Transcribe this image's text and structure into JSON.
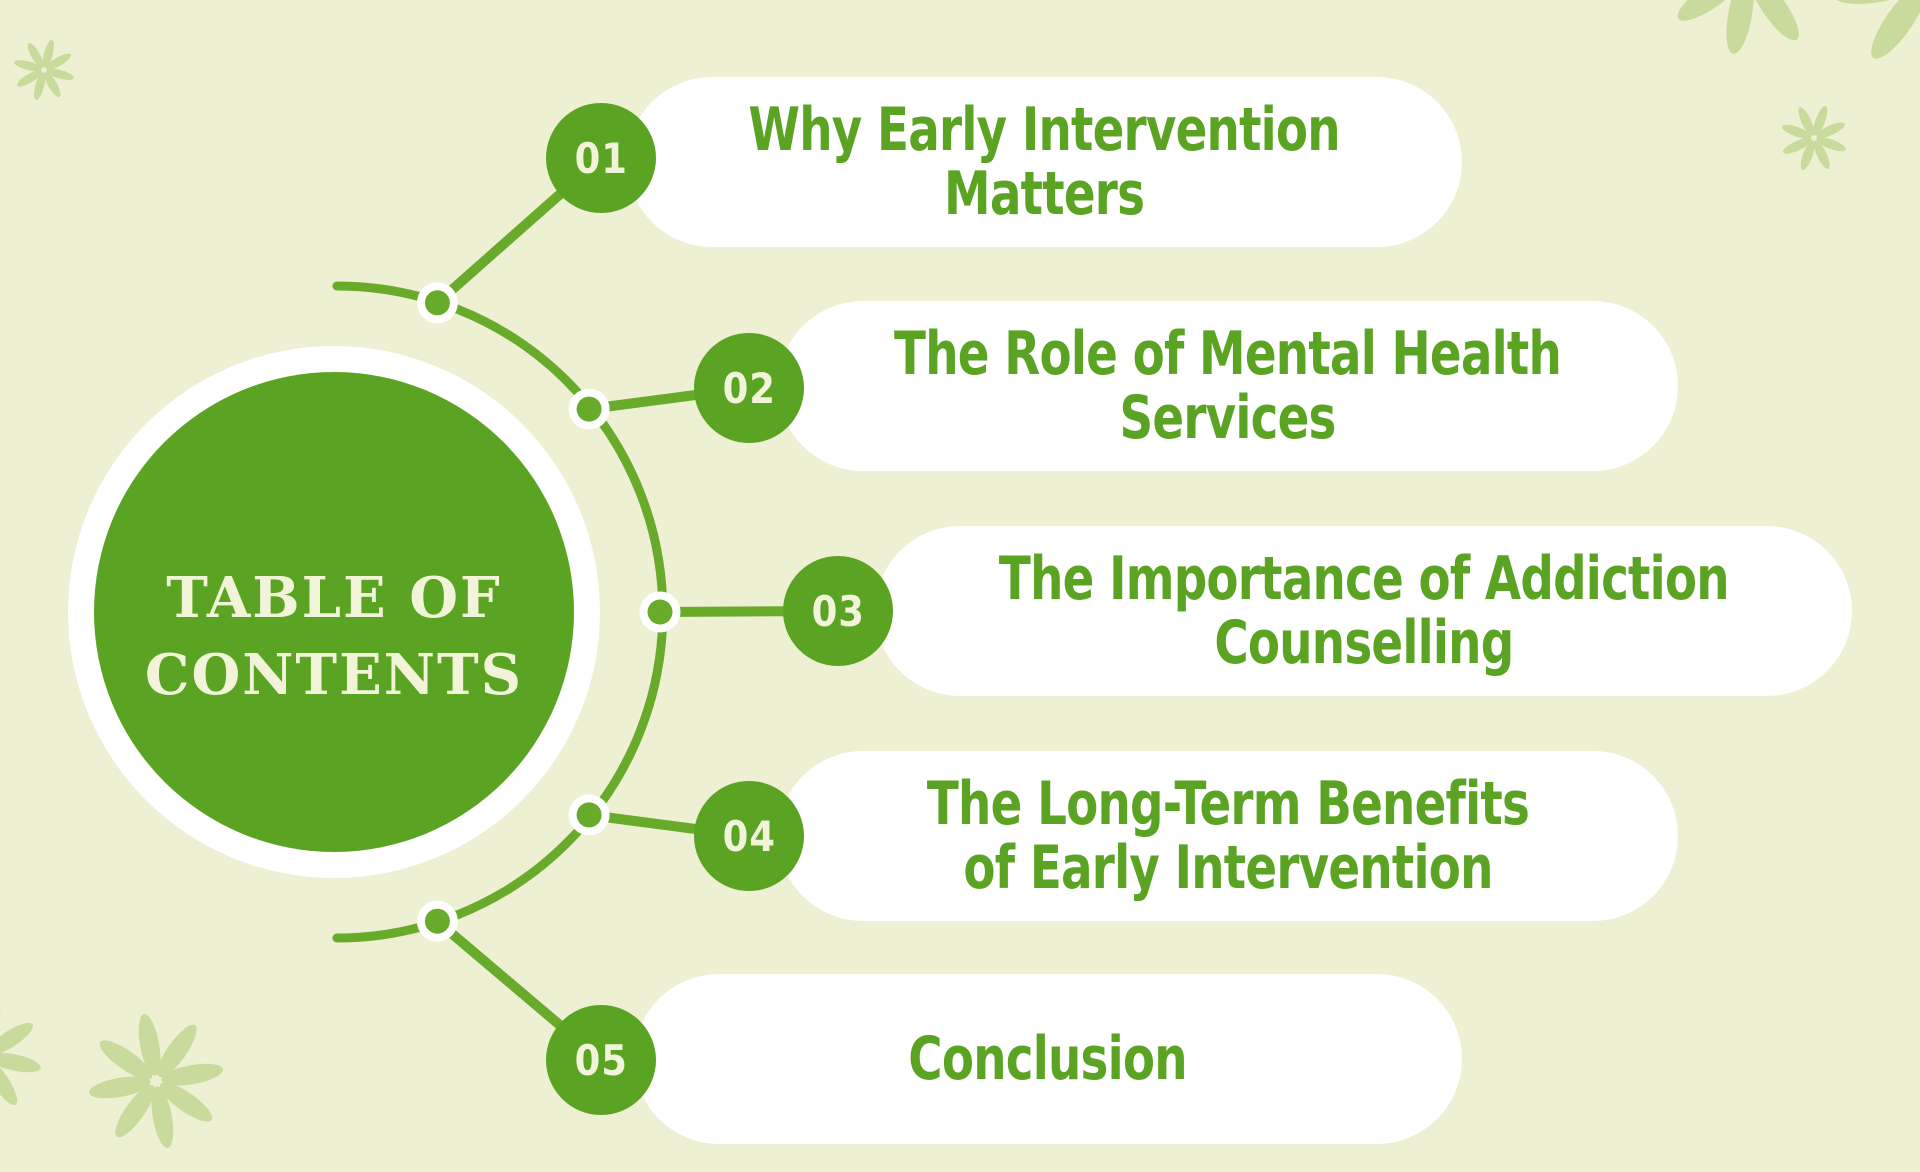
{
  "title": {
    "lines": [
      "TABLE OF",
      "CONTENTS"
    ]
  },
  "items": [
    {
      "number": "01",
      "lines": [
        "Why Early Intervention",
        "Matters"
      ]
    },
    {
      "number": "02",
      "lines": [
        "The Role of Mental Health",
        "Services"
      ]
    },
    {
      "number": "03",
      "lines": [
        "The Importance of Addiction",
        "Counselling"
      ]
    },
    {
      "number": "04",
      "lines": [
        "The Long-Term Benefits",
        "of Early Intervention"
      ]
    },
    {
      "number": "05",
      "lines": [
        "Conclusion"
      ]
    }
  ],
  "theme": {
    "colors": {
      "background": "#eef0d3",
      "primary_green": "#5ba322",
      "line_green": "#68ab2b",
      "pill_white": "#ffffff",
      "cream_text": "#f2f4da",
      "flower_green": "#c8da9c"
    }
  }
}
